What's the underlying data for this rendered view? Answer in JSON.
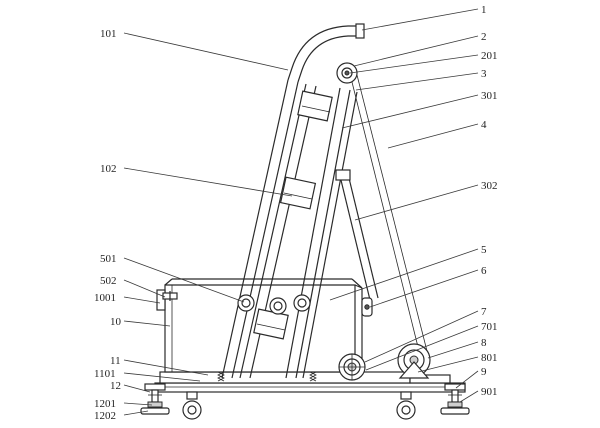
{
  "labels": {
    "l1": "1",
    "l2": "2",
    "l201": "201",
    "l3": "3",
    "l301": "301",
    "l4": "4",
    "l302": "302",
    "l5": "5",
    "l6": "6",
    "l7": "7",
    "l701": "701",
    "l8": "8",
    "l801": "801",
    "l9": "9",
    "l901": "901",
    "l101": "101",
    "l102": "102",
    "l501": "501",
    "l502": "502",
    "l1001": "1001",
    "l10": "10",
    "l11": "11",
    "l1101": "1101",
    "l12": "12",
    "l1201": "1201",
    "l1202": "1202"
  }
}
